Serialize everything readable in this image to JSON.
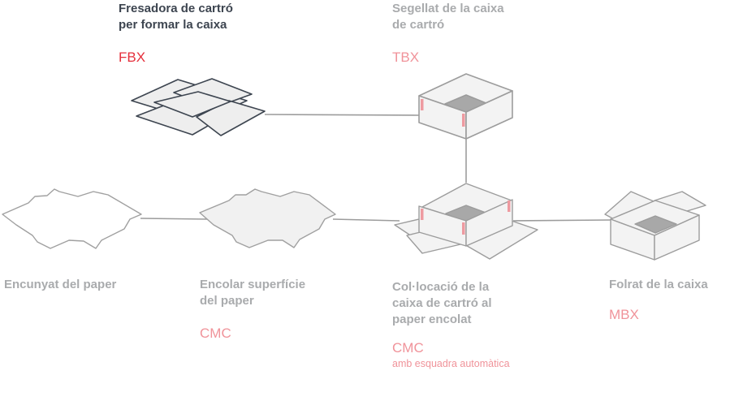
{
  "stages": {
    "fresadora": {
      "title_lines": [
        "Fresadora de cartró",
        "per formar la caixa"
      ],
      "code": "FBX"
    },
    "segellat": {
      "title_lines": [
        "Segellat de la caixa",
        "de cartró"
      ],
      "code": "TBX"
    },
    "encunyat": {
      "title_lines": [
        "Encunyat del paper"
      ]
    },
    "encolar": {
      "title_lines": [
        "Encolar superfície",
        "del paper"
      ],
      "code": "CMC"
    },
    "collocacio": {
      "title_lines": [
        "Col·locació de la",
        "caixa de cartró al",
        "paper encolat"
      ],
      "code": "CMC",
      "note": "amb esquadra automàtica"
    },
    "folrat": {
      "title_lines": [
        "Folrat de la caixa"
      ],
      "code": "MBX"
    }
  },
  "colors": {
    "active_title": "#3d4550",
    "inactive_title": "#a9abad",
    "active_code": "#e5303c",
    "inactive_code": "#f0939a",
    "box_face": "#f2f2f2",
    "box_stroke": "#9c9c9c",
    "box_floor": "#a8a8a8",
    "tape": "#ee9aa0"
  }
}
